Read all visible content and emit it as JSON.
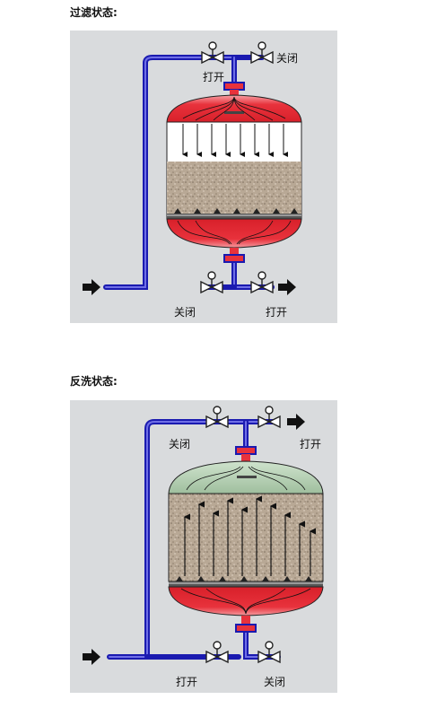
{
  "sections": [
    {
      "caption": "过滤状态:",
      "labels": {
        "top_left_valve": "打开",
        "top_right_valve": "关闭",
        "bottom_left_valve": "关闭",
        "bottom_right_valve": "打开"
      }
    },
    {
      "caption": "反洗状态:",
      "labels": {
        "top_left_valve": "关闭",
        "top_right_valve": "打开",
        "bottom_left_valve": "打开",
        "bottom_right_valve": "关闭"
      }
    }
  ],
  "colors": {
    "pipe": "#1a1ab0",
    "pipe_highlight": "#6f6fe6",
    "vessel_red": "#e0303a",
    "vessel_red_light": "#f8a8ac",
    "filter_media": "#b5a592",
    "backwash_water": "#a7c7a6",
    "panel_bg": "#d9dbdd"
  }
}
